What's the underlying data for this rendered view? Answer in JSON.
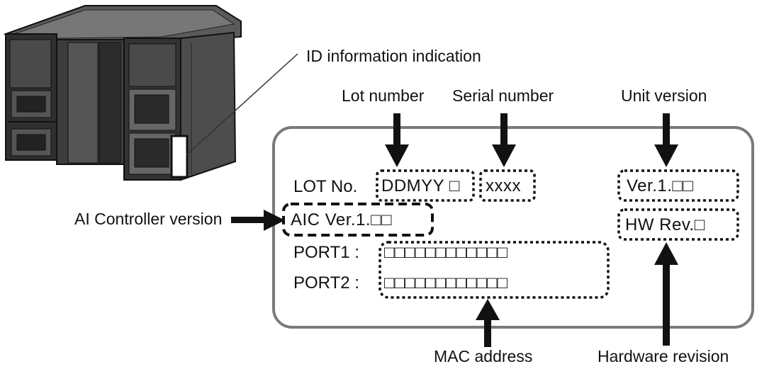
{
  "annotations": {
    "id_info": "ID information indication",
    "lot_number": "Lot number",
    "serial_number": "Serial number",
    "unit_version": "Unit version",
    "ai_controller_version": "AI Controller version",
    "mac_address": "MAC address",
    "hardware_revision": "Hardware revision"
  },
  "label_fields": {
    "lot_prefix": "LOT No.",
    "lot_value": "DDMYY □",
    "serial_value": "xxxx",
    "unit_version_value": "Ver.1.□□",
    "aic_version_value": "AIC Ver.1.□□",
    "hw_rev_value": "HW Rev.□",
    "port1_label": "PORT1 :",
    "port1_value": "□□□□□□□□□□□□",
    "port2_label": "PORT2 :",
    "port2_value": "□□□□□□□□□□□□"
  },
  "colors": {
    "label_border": "#7a7a7a",
    "ink": "#111111",
    "device_body": "#3a3a3a"
  }
}
